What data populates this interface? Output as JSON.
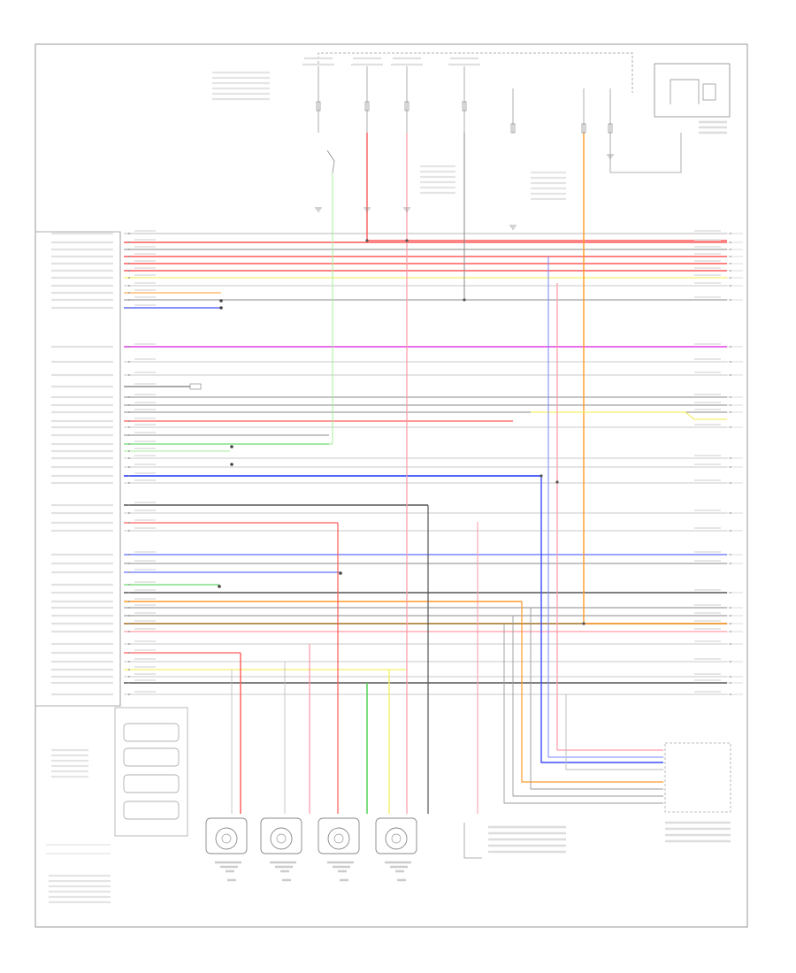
{
  "diagram": {
    "figure_number": "",
    "module": {
      "name_lines": [
        "",
        "",
        "",
        ""
      ],
      "pin_labels": [],
      "note_lines": [
        "",
        "",
        ""
      ]
    },
    "switch_block": {
      "title": "",
      "items": [
        "",
        "",
        "",
        ""
      ]
    },
    "sensors": [
      {
        "id": "s1",
        "lines": [
          "",
          "",
          "",
          "",
          ""
        ]
      },
      {
        "id": "s2",
        "lines": [
          "",
          "",
          "",
          "",
          ""
        ]
      },
      {
        "id": "s3",
        "lines": [
          "",
          "",
          "",
          "",
          ""
        ]
      },
      {
        "id": "s4",
        "lines": [
          "",
          "",
          "",
          "",
          ""
        ]
      }
    ],
    "right_module": {
      "lines": [
        "",
        "",
        "",
        ""
      ]
    },
    "hot_labels": [
      "",
      "",
      "",
      ""
    ],
    "fuse_labels": [
      "",
      "",
      "",
      "",
      "",
      "",
      ""
    ],
    "colors": {
      "red": "#ff5a5a",
      "pink": "#ff9aa6",
      "magenta": "#e040e0",
      "blue": "#3a4dff",
      "lightblue": "#7a86ff",
      "green": "#46d04a",
      "lightgreen": "#a6ef9a",
      "yellow": "#f5f06a",
      "orange": "#ff9a2a",
      "brown": "#a07020",
      "gray": "#8a8a8a",
      "darkgray": "#555555",
      "lightgray": "#c8c8c8",
      "black": "#333333"
    }
  }
}
